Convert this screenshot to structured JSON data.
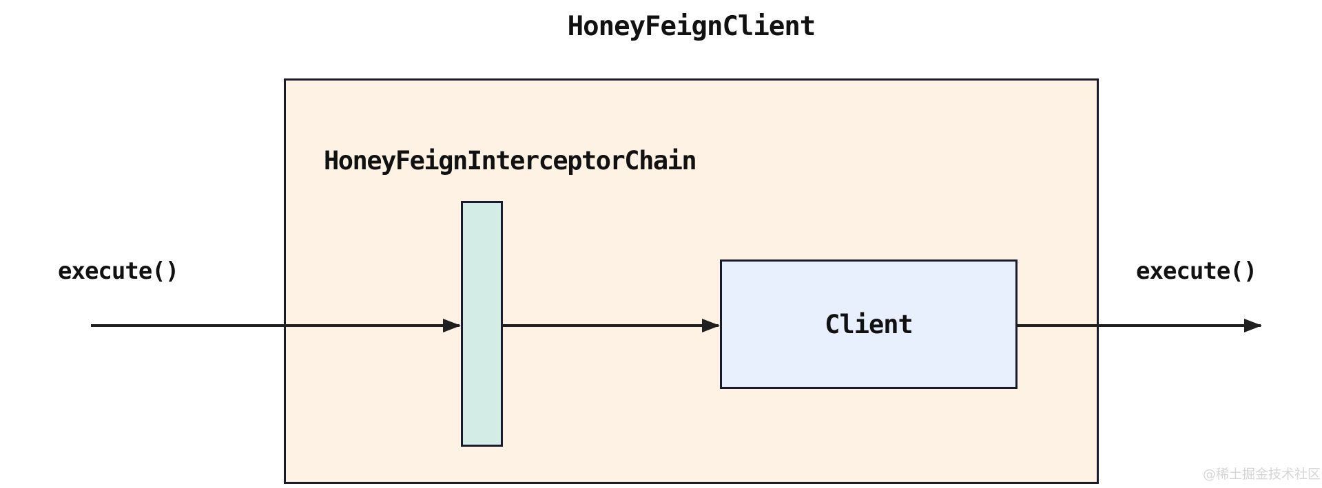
{
  "diagram": {
    "title": "HoneyFeignClient",
    "interceptor_chain_label": "HoneyFeignInterceptorChain",
    "client_label": "Client",
    "input_label": "execute()",
    "output_label": "execute()",
    "watermark": "@稀土掘金技术社区",
    "colors": {
      "outer_box_fill": "#fdf2e3",
      "interceptor_bar_fill": "#d3ece5",
      "client_box_fill": "#e9f0fd",
      "shape_border": "#191b2d",
      "arrow": "#1f1f1f",
      "text": "#111111",
      "watermark_text": "#d6d6d6",
      "background": "#ffffff"
    },
    "flow": {
      "arrow_count": 3,
      "direction": "left-to-right"
    }
  }
}
